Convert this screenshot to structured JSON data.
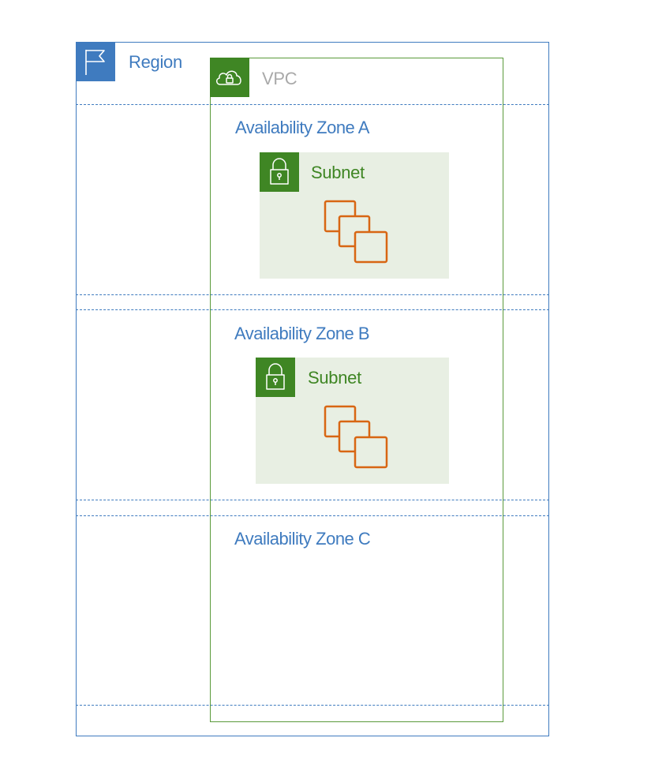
{
  "region": {
    "label": "Region",
    "icon": "region-flag-icon",
    "color": "#3f7bbf"
  },
  "vpc": {
    "label": "VPC",
    "icon": "vpc-cloud-lock-icon",
    "color": "#3f8624"
  },
  "zones": [
    {
      "label": "Availability Zone A",
      "subnet": {
        "label": "Subnet",
        "icon": "subnet-lock-icon",
        "instances_icon": "ec2-instances-icon"
      }
    },
    {
      "label": "Availability Zone B",
      "subnet": {
        "label": "Subnet",
        "icon": "subnet-lock-icon",
        "instances_icon": "ec2-instances-icon"
      }
    },
    {
      "label": "Availability Zone C"
    }
  ],
  "colors": {
    "region": "#3f7bbf",
    "vpc": "#3f8624",
    "subnet_fill": "#e8efe3",
    "instance": "#d86613"
  }
}
